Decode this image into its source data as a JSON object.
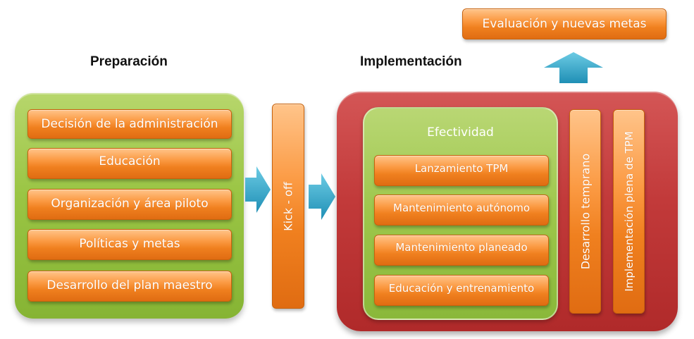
{
  "headings": {
    "preparation": "Preparación",
    "implementation": "Implementación"
  },
  "preparation_steps": [
    "Decisión de la administración",
    "Educación",
    "Organización y área piloto",
    "Políticas y metas",
    "Desarrollo del plan maestro"
  ],
  "kickoff": "Kick - off",
  "effectiveness": {
    "title": "Efectividad",
    "items": [
      "Lanzamiento TPM",
      "Mantenimiento autónomo",
      "Mantenimiento planeado",
      "Educación y entrenamiento"
    ]
  },
  "early_development": "Desarrollo temprano",
  "full_implementation": "Implementación plena de TPM",
  "evaluation": "Evaluación y nuevas metas",
  "colors": {
    "orange": "#f0801f",
    "green": "#9ac544",
    "red": "#c23a3a",
    "arrow": "#2fa6c9"
  }
}
